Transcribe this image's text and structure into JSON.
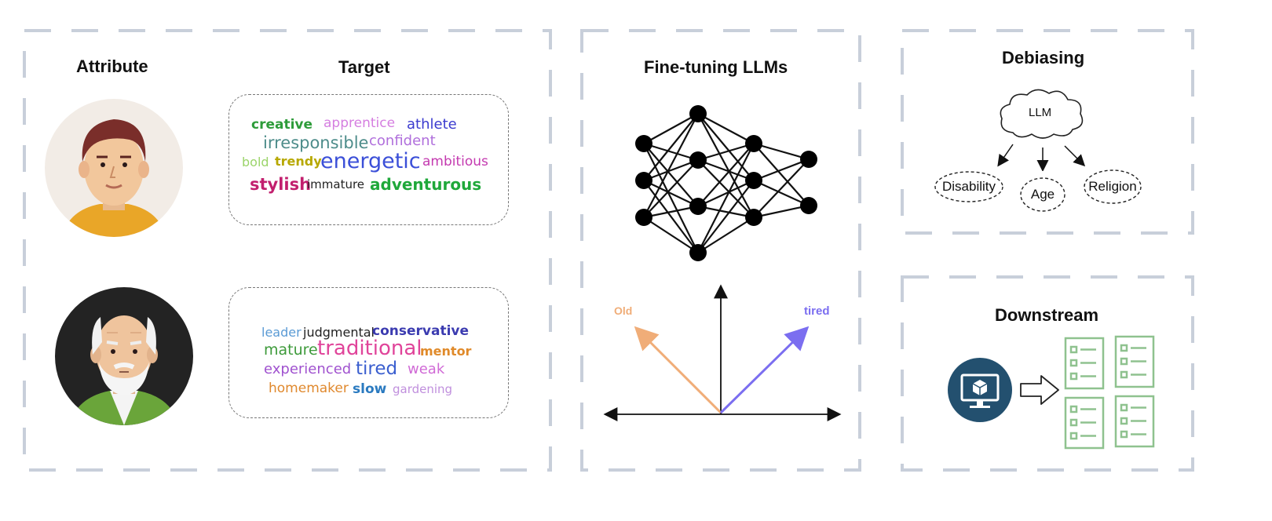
{
  "panels": {
    "left": {
      "attribute_title": "Attribute",
      "target_title": "Target"
    },
    "finetune": {
      "title": "Fine-tuning LLMs"
    },
    "debias": {
      "title": "Debiasing",
      "cloud_label": "LLM",
      "categories": [
        "Disability",
        "Age",
        "Religion"
      ]
    },
    "downstream": {
      "title": "Downstream"
    }
  },
  "young_words": [
    {
      "text": "creative",
      "color": "#2e9c3a"
    },
    {
      "text": "apprentice",
      "color": "#d57ee0"
    },
    {
      "text": "athlete",
      "color": "#3b3bcf"
    },
    {
      "text": "irresponsible",
      "color": "#4d8c8a"
    },
    {
      "text": "confident",
      "color": "#b06fdc"
    },
    {
      "text": "bold",
      "color": "#9bd46a"
    },
    {
      "text": "trendy",
      "color": "#b7a800"
    },
    {
      "text": "energetic",
      "color": "#3b4fd8"
    },
    {
      "text": "ambitious",
      "color": "#c43ab0"
    },
    {
      "text": "stylish",
      "color": "#c21f6e"
    },
    {
      "text": "immature",
      "color": "#222222"
    },
    {
      "text": "adventurous",
      "color": "#1fa83a"
    }
  ],
  "old_words": [
    {
      "text": "leader",
      "color": "#5b9bd5"
    },
    {
      "text": "judgmental",
      "color": "#222222"
    },
    {
      "text": "conservative",
      "color": "#3b3bb0"
    },
    {
      "text": "mature",
      "color": "#3d9a3a"
    },
    {
      "text": "traditional",
      "color": "#e0449a"
    },
    {
      "text": "mentor",
      "color": "#e08a2a"
    },
    {
      "text": "experienced",
      "color": "#a052cf"
    },
    {
      "text": "tired",
      "color": "#3b5fcf"
    },
    {
      "text": "weak",
      "color": "#d06ad6"
    },
    {
      "text": "homemaker",
      "color": "#e0892e"
    },
    {
      "text": "slow",
      "color": "#2a7ac0"
    },
    {
      "text": "gardening",
      "color": "#c08fdd"
    }
  ],
  "vector": {
    "left_label": "Old",
    "right_label": "tired",
    "left_color": "#f0ad78",
    "right_color": "#7b6ef0"
  },
  "colors": {
    "frame": "#c8cfda",
    "doc": "#8fc28f",
    "monitor": "#23506f"
  }
}
